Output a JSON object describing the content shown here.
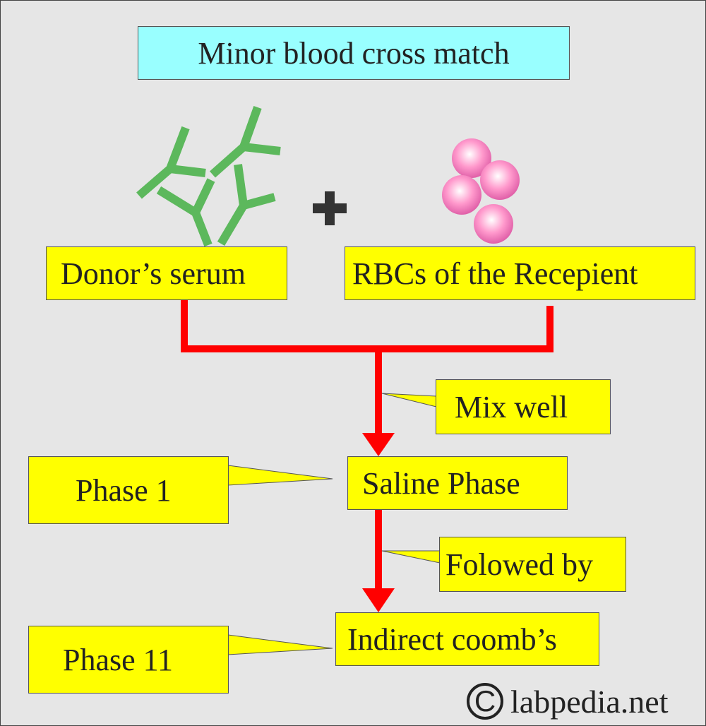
{
  "title": "Minor  blood cross match",
  "inputs": {
    "left": "Donor’s serum",
    "right": "RBCs of the Recepient",
    "plus_icon": "plus-icon",
    "antibody_icon": "antibody-icon",
    "rbc_icon": "red-blood-cells-icon"
  },
  "steps": [
    {
      "label": "Saline Phase",
      "callout": "Phase 1"
    },
    {
      "label": "Indirect coomb’s",
      "callout": "Phase 11"
    }
  ],
  "connectors": {
    "mix": "Mix well",
    "followed": "Folowed by"
  },
  "watermark": {
    "symbol": "C",
    "text": "labpedia.net"
  },
  "colors": {
    "background": "#e6e6e6",
    "title_box": "#99ffff",
    "label_box": "#ffff00",
    "arrow": "#ff0000",
    "antibody": "#5cb85c",
    "rbc": "#ff99cc"
  }
}
